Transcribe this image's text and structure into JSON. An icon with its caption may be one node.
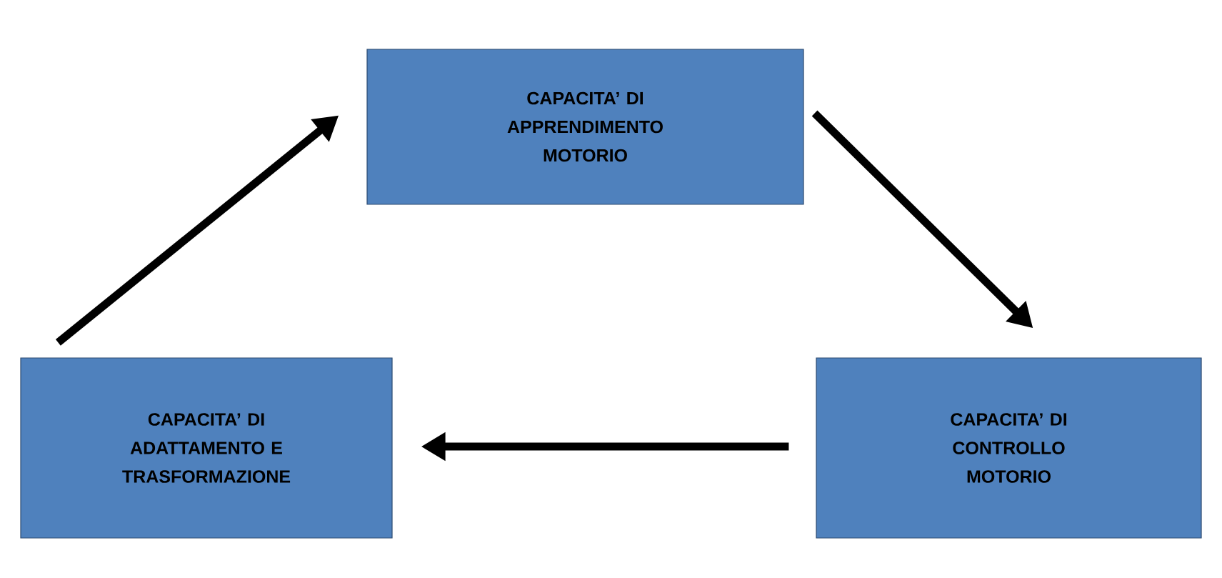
{
  "diagram": {
    "nodes": [
      {
        "text": [
          "CAPACITA’ DI APPRENDIMENTO MOTORIO"
        ]
      },
      {
        "text": [
          "CAPACITA’ DI ADATTAMENTO E TRASFORMAZIONE"
        ]
      },
      {
        "text": [
          "CAPACITA’ DI CONTROLLO MOTORIO"
        ]
      }
    ],
    "edges": [
      {
        "from": 0,
        "to": 2,
        "arrow": "to"
      },
      {
        "from": 2,
        "to": 1,
        "arrow": "to"
      },
      {
        "from": 1,
        "to": 0,
        "arrow": "to"
      }
    ]
  }
}
